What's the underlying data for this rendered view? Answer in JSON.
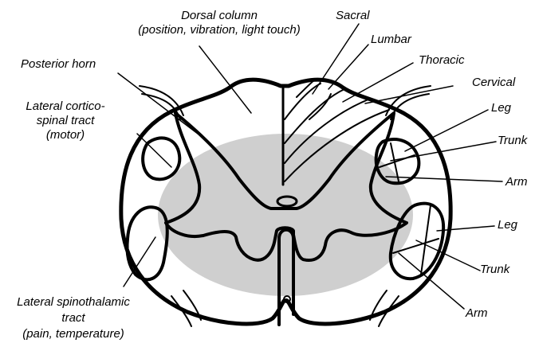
{
  "labels": {
    "dorsal_column": [
      "Dorsal column",
      "(position, vibration, light touch)"
    ],
    "posterior_horn": "Posterior horn",
    "lateral_corticospinal": [
      "Lateral cortico-",
      "spinal tract",
      "(motor)"
    ],
    "lateral_spinothalamic": [
      "Lateral spinothalamic",
      "tract",
      "(pain, temperature)"
    ],
    "sacral": "Sacral",
    "lumbar": "Lumbar",
    "thoracic": "Thoracic",
    "cervical": "Cervical",
    "leg_upper": "Leg",
    "trunk_upper": "Trunk",
    "arm_upper": "Arm",
    "leg_lower": "Leg",
    "trunk_lower": "Trunk",
    "arm_lower": "Arm"
  },
  "colors": {
    "outline": "#000000",
    "shaded_region": "#cfcfcf",
    "background": "#ffffff"
  }
}
